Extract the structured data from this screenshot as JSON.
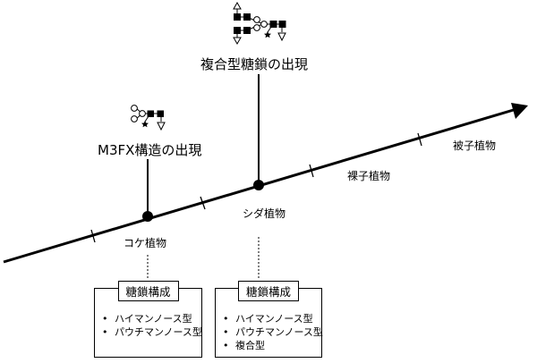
{
  "timeline": {
    "eras": [
      "コケ植物",
      "シダ植物",
      "裸子植物",
      "被子植物"
    ]
  },
  "events": [
    {
      "label": "M3FX構造の出現"
    },
    {
      "label": "複合型糖鎖の出現"
    }
  ],
  "boxes": [
    {
      "title": "糖鎖構成",
      "items": [
        "ハイマンノース型",
        "パウチマンノース型"
      ]
    },
    {
      "title": "糖鎖構成",
      "items": [
        "ハイマンノース型",
        "パウチマンノース型",
        "複合型"
      ]
    }
  ],
  "icons": [
    "m3fx-glycan-structure-icon",
    "complex-glycan-structure-icon"
  ],
  "colors": {
    "line": "#000000",
    "background": "#ffffff"
  }
}
